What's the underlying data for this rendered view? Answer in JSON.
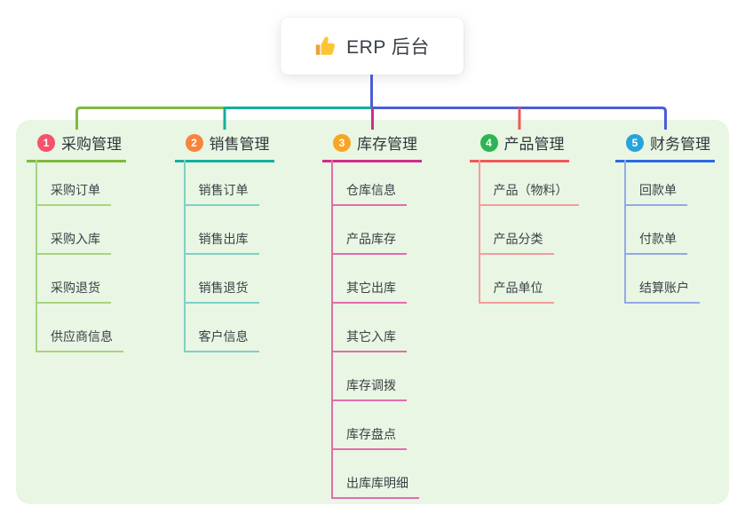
{
  "root": {
    "icon": "thumbs-up-emoji",
    "label": "ERP 后台"
  },
  "colors": {
    "bus_line": "#4c5cd8",
    "panel_background": "#e8f6e3",
    "root_background": "#ffffff"
  },
  "branches": [
    {
      "number": "1",
      "label": "采购管理",
      "badge_color": "#f4536b",
      "line_color": "#7fba3d",
      "light_line_color": "#a9d37f",
      "children": [
        "采购订单",
        "采购入库",
        "采购退货",
        "供应商信息"
      ]
    },
    {
      "number": "2",
      "label": "销售管理",
      "badge_color": "#f8843c",
      "line_color": "#13af9e",
      "light_line_color": "#7fd0c6",
      "children": [
        "销售订单",
        "销售出库",
        "销售退货",
        "客户信息"
      ]
    },
    {
      "number": "3",
      "label": "库存管理",
      "badge_color": "#f6a623",
      "line_color": "#cf2e8c",
      "light_line_color": "#e36cae",
      "children": [
        "仓库信息",
        "产品库存",
        "其它出库",
        "其它入库",
        "库存调拨",
        "库存盘点",
        "出库库明细"
      ]
    },
    {
      "number": "4",
      "label": "产品管理",
      "badge_color": "#2eb454",
      "line_color": "#f25858",
      "light_line_color": "#f59c9c",
      "children": [
        "产品（物料）",
        "产品分类",
        "产品单位"
      ]
    },
    {
      "number": "5",
      "label": "财务管理",
      "badge_color": "#29a3dc",
      "line_color": "#2d69e1",
      "light_line_color": "#92aae4",
      "children": [
        "回款单",
        "付款单",
        "结算账户"
      ]
    }
  ]
}
